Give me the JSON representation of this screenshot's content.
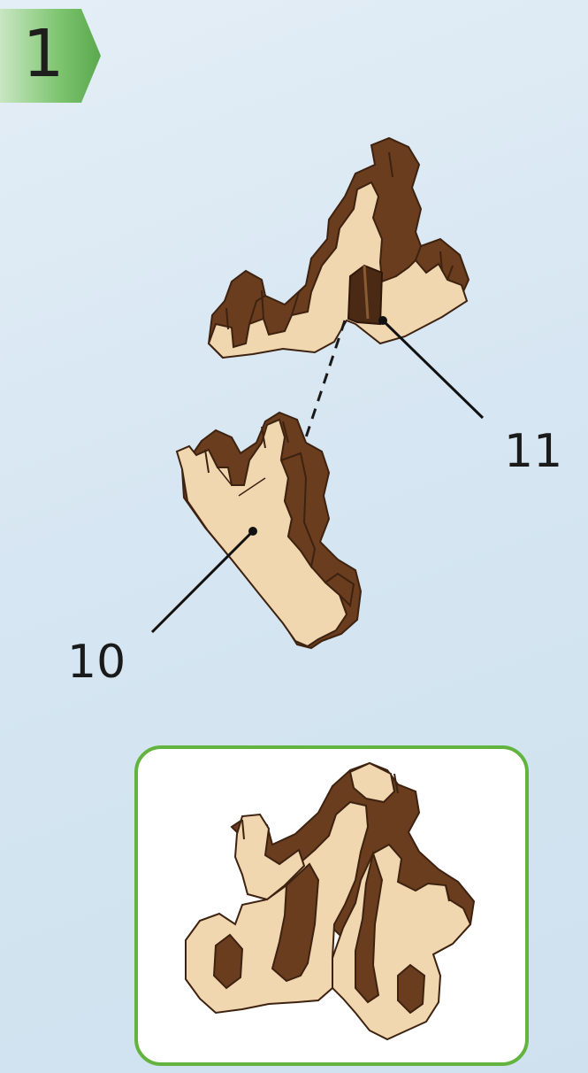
{
  "step": {
    "number": "1",
    "badge_color": "#5fb85a"
  },
  "callouts": [
    {
      "id": "11",
      "label": "11"
    },
    {
      "id": "10",
      "label": "10"
    }
  ],
  "parts": {
    "upper_piece": "wooden-piece-11",
    "lower_piece": "wooden-piece-10",
    "assembled": "assembled-piece"
  },
  "colors": {
    "wood_face": "#f1d7b0",
    "wood_edge": "#6a3d1f",
    "wood_dark": "#4a2a14",
    "result_border": "#62b43e"
  }
}
